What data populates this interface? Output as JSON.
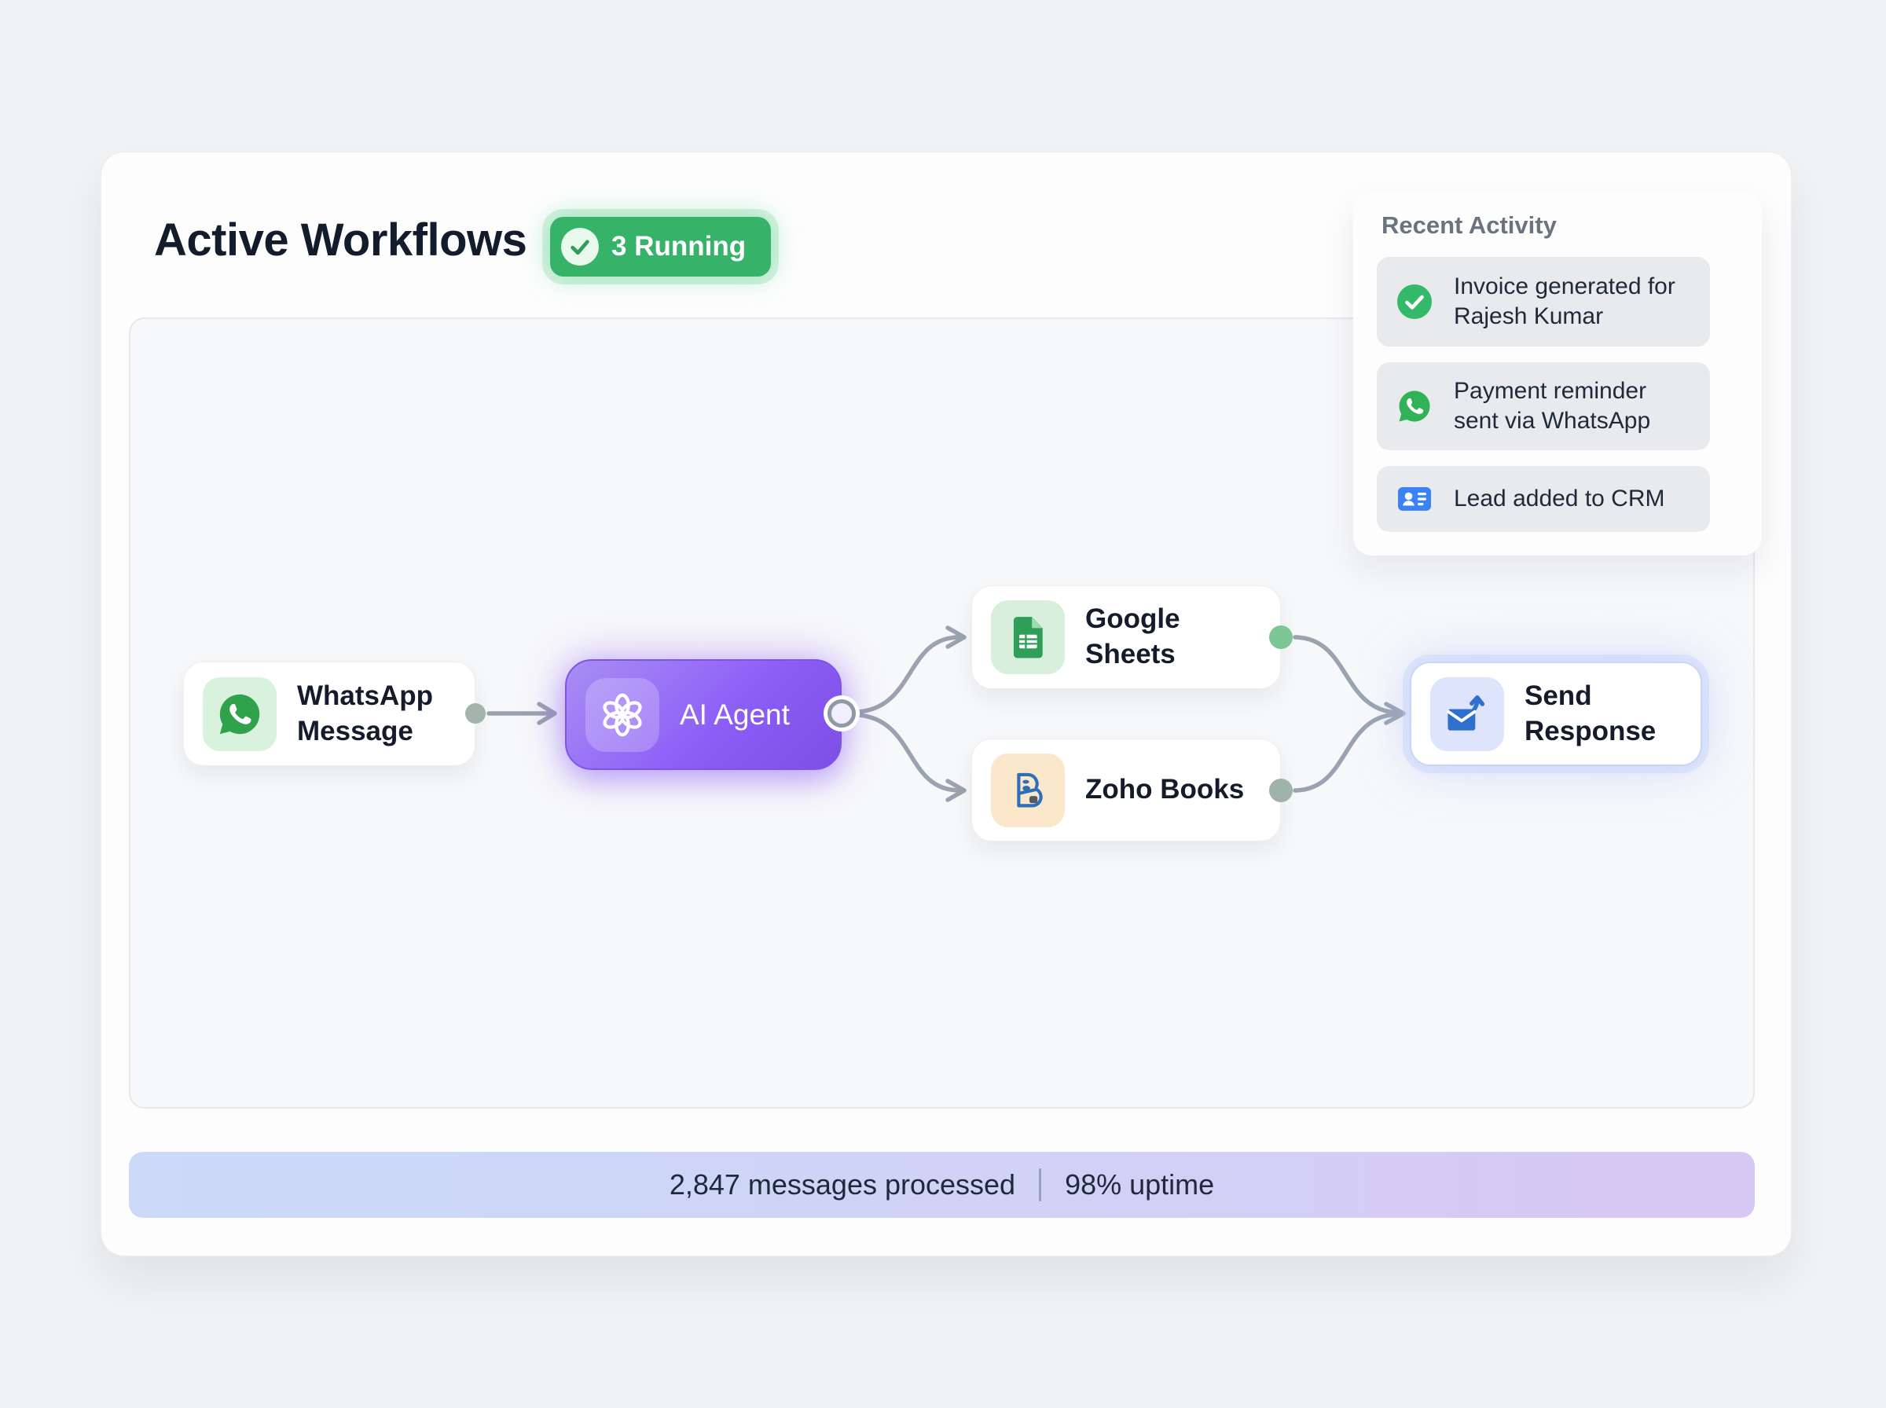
{
  "header": {
    "title": "Active Workflows",
    "status_badge": "3 Running"
  },
  "recent_activity": {
    "title": "Recent Activity",
    "items": [
      {
        "icon": "check-circle-icon",
        "text": "Invoice generated for Rajesh Kumar"
      },
      {
        "icon": "whatsapp-icon",
        "text": "Payment reminder sent via WhatsApp"
      },
      {
        "icon": "contact-card-icon",
        "text": "Lead added to CRM"
      }
    ]
  },
  "workflow": {
    "nodes": [
      {
        "id": "whatsapp-message",
        "label": "WhatsApp Message",
        "icon": "whatsapp-icon"
      },
      {
        "id": "ai-agent",
        "label": "AI Agent",
        "icon": "openai-icon"
      },
      {
        "id": "google-sheets",
        "label": "Google Sheets",
        "icon": "google-sheets-icon"
      },
      {
        "id": "zoho-books",
        "label": "Zoho Books",
        "icon": "zoho-books-icon"
      },
      {
        "id": "send-response",
        "label": "Send Response",
        "icon": "send-mail-icon"
      }
    ]
  },
  "footer": {
    "messages_processed": "2,847 messages processed",
    "uptime": "98% uptime"
  },
  "colors": {
    "badge_green": "#36b368",
    "whatsapp_green": "#31a24c",
    "sheets_green": "#2f9e58",
    "zoho_blue": "#2e6fb7",
    "crm_blue": "#3b82f6",
    "send_blue": "#2e6fd0",
    "ai_purple_start": "#a98ef5",
    "ai_purple_end": "#7e4fe4",
    "connector_gray": "#9aa3af",
    "footer_gradient_start": "#ccd9f7",
    "footer_gradient_end": "#d7c7f4"
  }
}
